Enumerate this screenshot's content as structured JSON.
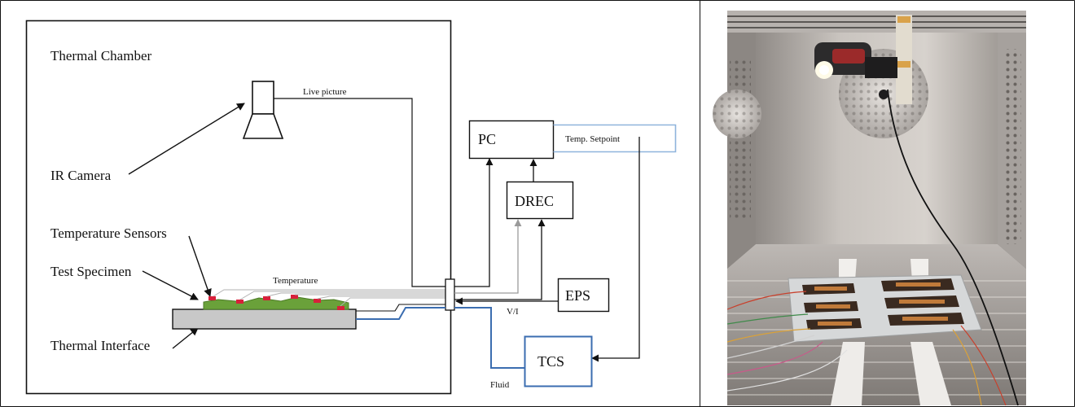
{
  "diagram": {
    "chamber_label": "Thermal Chamber",
    "ir_camera_label": "IR Camera",
    "temp_sensors_label": "Temperature Sensors",
    "test_specimen_label": "Test Specimen",
    "thermal_interface_label": "Thermal Interface",
    "live_picture_label": "Live picture",
    "temperature_label": "Temperature",
    "pc_label": "PC",
    "temp_setpoint_label": "Temp. Setpoint",
    "drec_label": "DREC",
    "eps_label": "EPS",
    "vi_label": "V/I",
    "tcs_label": "TCS",
    "fluid_label": "Fluid"
  },
  "colors": {
    "line": "#111111",
    "fluid_blue": "#3b6db0",
    "light_blue": "#8fb4dc",
    "gray_wire": "#9a9a9a",
    "specimen_green": "#6aa13a",
    "sensor_red": "#d8203a",
    "interface_gray": "#c8c8c8"
  },
  "photo": {
    "subject": "thermal chamber interior with IR camera and test boards"
  }
}
